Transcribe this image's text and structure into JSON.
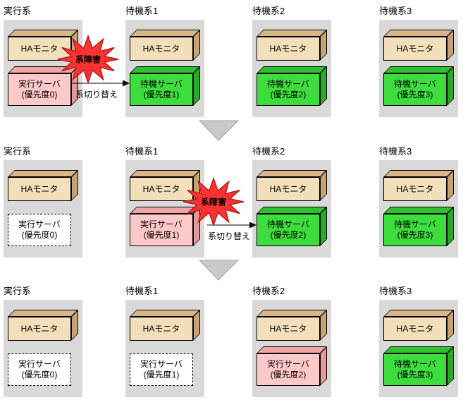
{
  "labels": {
    "ha_monitor": "HAモニタ",
    "failure": "系障害",
    "switchover": "系切り替え"
  },
  "colors": {
    "panel_gray": "#d9d9d9",
    "ha_box_tan": "#f3dfba",
    "active_server_pink": "#ffc9c9",
    "standby_server_green": "#3ddd3d",
    "failure_star_red": "#ff3232",
    "flow_triangle_gray": "#c9c9c9"
  },
  "rows": [
    {
      "systems": [
        {
          "name": "実行系",
          "server_line1": "実行サーバ",
          "server_line2": "(優先度0)",
          "variant": "pink",
          "failure": true,
          "switch_to": "待機系1"
        },
        {
          "name": "待機系1",
          "server_line1": "待機サーバ",
          "server_line2": "(優先度1)",
          "variant": "green",
          "failure": false
        },
        {
          "name": "待機系2",
          "server_line1": "待機サーバ",
          "server_line2": "(優先度2)",
          "variant": "green",
          "failure": false
        },
        {
          "name": "待機系3",
          "server_line1": "待機サーバ",
          "server_line2": "(優先度3)",
          "variant": "green",
          "failure": false
        }
      ]
    },
    {
      "systems": [
        {
          "name": "実行系",
          "server_line1": "実行サーバ",
          "server_line2": "(優先度0)",
          "variant": "dashed",
          "failure": false
        },
        {
          "name": "待機系1",
          "server_line1": "実行サーバ",
          "server_line2": "(優先度1)",
          "variant": "pink",
          "failure": true,
          "switch_to": "待機系2"
        },
        {
          "name": "待機系2",
          "server_line1": "待機サーバ",
          "server_line2": "(優先度2)",
          "variant": "green",
          "failure": false
        },
        {
          "name": "待機系3",
          "server_line1": "待機サーバ",
          "server_line2": "(優先度3)",
          "variant": "green",
          "failure": false
        }
      ]
    },
    {
      "systems": [
        {
          "name": "実行系",
          "server_line1": "実行サーバ",
          "server_line2": "(優先度0)",
          "variant": "dashed",
          "failure": false
        },
        {
          "name": "待機系1",
          "server_line1": "実行サーバ",
          "server_line2": "(優先度1)",
          "variant": "dashed",
          "failure": false
        },
        {
          "name": "待機系2",
          "server_line1": "実行サーバ",
          "server_line2": "(優先度2)",
          "variant": "pink",
          "failure": false
        },
        {
          "name": "待機系3",
          "server_line1": "待機サーバ",
          "server_line2": "(優先度3)",
          "variant": "green",
          "failure": false
        }
      ]
    }
  ]
}
